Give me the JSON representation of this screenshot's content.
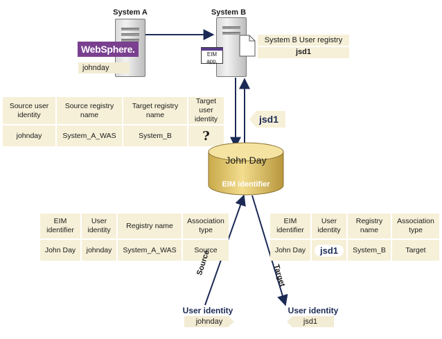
{
  "systems": {
    "a": {
      "label": "System A",
      "product": "WebSphere.",
      "user": "johnday"
    },
    "b": {
      "label": "System B",
      "app_label": "EIM app.",
      "registry_title": "System B User registry",
      "registry_user": "jsd1"
    }
  },
  "top_table": {
    "headers": [
      "Source user identity",
      "Source registry name",
      "Target registry name",
      "Target user identity"
    ],
    "values": [
      "johnday",
      "System_A_WAS",
      "System_B",
      "?"
    ]
  },
  "returned_identity": "jsd1",
  "eim_db": {
    "name": "John Day",
    "label": "EIM identifier"
  },
  "left_table": {
    "headers": [
      "EIM identifier",
      "User identity",
      "Registry name",
      "Association type"
    ],
    "values": [
      "John Day",
      "johnday",
      "System_A_WAS",
      "Source"
    ]
  },
  "right_table": {
    "headers": [
      "EIM identifier",
      "User identity",
      "Registry name",
      "Association type"
    ],
    "values": [
      "John Day",
      "jsd1",
      "System_B",
      "Target"
    ]
  },
  "associations": {
    "source": {
      "arrow_label": "Source",
      "title": "User identity",
      "value": "johnday"
    },
    "target": {
      "arrow_label": "Target",
      "title": "User identity",
      "value": "jsd1"
    }
  },
  "colors": {
    "websphere": "#7a3f8f",
    "navy": "#1b2a55",
    "tan": "#f6f0d8",
    "cylinder": "#e6c96e"
  }
}
